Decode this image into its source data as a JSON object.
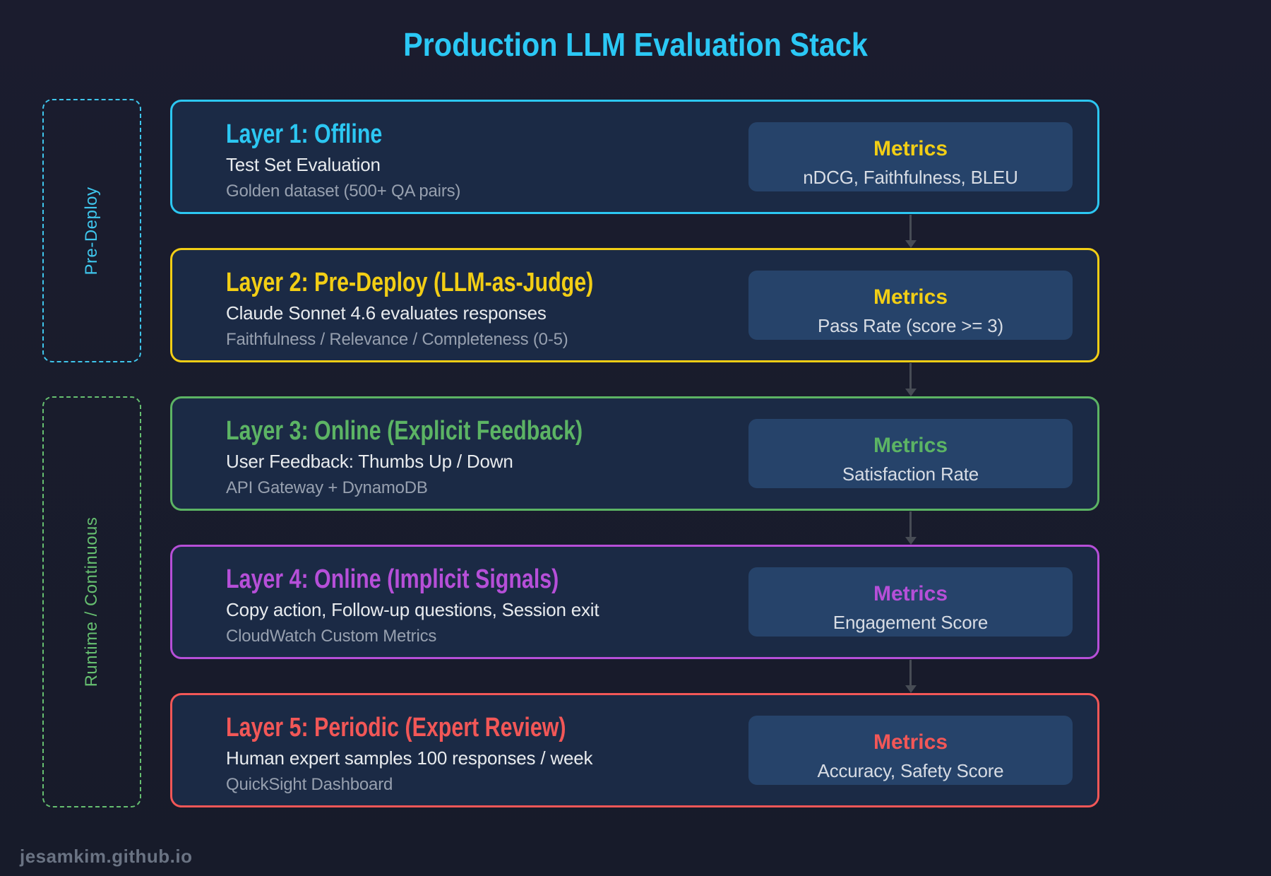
{
  "title": "Production LLM Evaluation Stack",
  "footer": "jesamkim.github.io",
  "colors": {
    "background": "#1b1c2e",
    "card_fill": "#1b2a45",
    "metrics_fill": "#26436a",
    "arrow": "#474c55"
  },
  "phases": [
    {
      "label": "Pre-Deploy",
      "color": "#3fc6ec"
    },
    {
      "label": "Runtime / Continuous",
      "color": "#66bf70"
    }
  ],
  "layers": [
    {
      "title": "Layer 1: Offline",
      "description": "Test Set Evaluation",
      "detail": "Golden dataset (500+ QA pairs)",
      "color": "#2cc7f2",
      "metrics_label": "Metrics",
      "metrics_color": "#f2ce15",
      "metrics_value": "nDCG, Faithfulness, BLEU"
    },
    {
      "title": "Layer 2: Pre-Deploy (LLM-as-Judge)",
      "description": "Claude Sonnet 4.6 evaluates responses",
      "detail": "Faithfulness / Relevance / Completeness (0-5)",
      "color": "#f2ce15",
      "metrics_label": "Metrics",
      "metrics_color": "#f2ce15",
      "metrics_value": "Pass Rate (score >= 3)"
    },
    {
      "title": "Layer 3: Online (Explicit Feedback)",
      "description": "User Feedback: Thumbs Up / Down",
      "detail": "API Gateway + DynamoDB",
      "color": "#5cb464",
      "metrics_label": "Metrics",
      "metrics_color": "#5cb464",
      "metrics_value": "Satisfaction Rate"
    },
    {
      "title": "Layer 4: Online (Implicit Signals)",
      "description": "Copy action, Follow-up questions, Session exit",
      "detail": "CloudWatch Custom Metrics",
      "color": "#b64fd8",
      "metrics_label": "Metrics",
      "metrics_color": "#b64fd8",
      "metrics_value": "Engagement Score"
    },
    {
      "title": "Layer 5: Periodic (Expert Review)",
      "description": "Human expert samples 100 responses / week",
      "detail": "QuickSight Dashboard",
      "color": "#f25757",
      "metrics_label": "Metrics",
      "metrics_color": "#f25757",
      "metrics_value": "Accuracy, Safety Score"
    }
  ]
}
